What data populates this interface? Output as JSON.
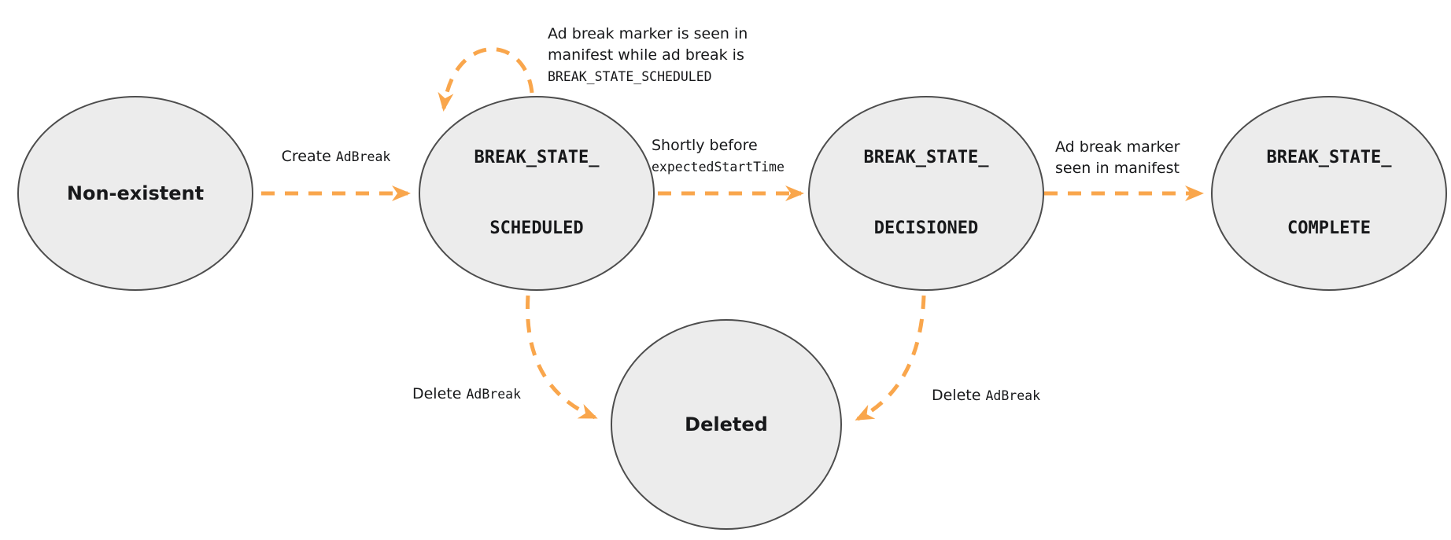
{
  "colors": {
    "circle_fill": "#ececec",
    "circle_stroke": "#4d4d4d",
    "arrow_orange": "#f9a64c",
    "text": "#17181a"
  },
  "states": {
    "non_existent": {
      "label": "Non-existent"
    },
    "scheduled": {
      "line1": "BREAK_STATE_",
      "line2": "SCHEDULED"
    },
    "decisioned": {
      "line1": "BREAK_STATE_",
      "line2": "DECISIONED"
    },
    "complete": {
      "line1": "BREAK_STATE_",
      "line2": "COMPLETE"
    },
    "deleted": {
      "label": "Deleted"
    }
  },
  "transitions": {
    "create": {
      "plain": "Create ",
      "code": "AdBreak"
    },
    "self_loop": {
      "line1": "Ad break marker is seen in",
      "line2": "manifest while ad break is",
      "code_line": "BREAK_STATE_SCHEDULED"
    },
    "shortly": {
      "plain": "Shortly before",
      "code": "expectedStartTime"
    },
    "marker_seen": {
      "line1": "Ad break marker",
      "line2": "seen in manifest"
    },
    "delete_left": {
      "plain": "Delete ",
      "code": "AdBreak"
    },
    "delete_right": {
      "plain": "Delete ",
      "code": "AdBreak"
    }
  }
}
